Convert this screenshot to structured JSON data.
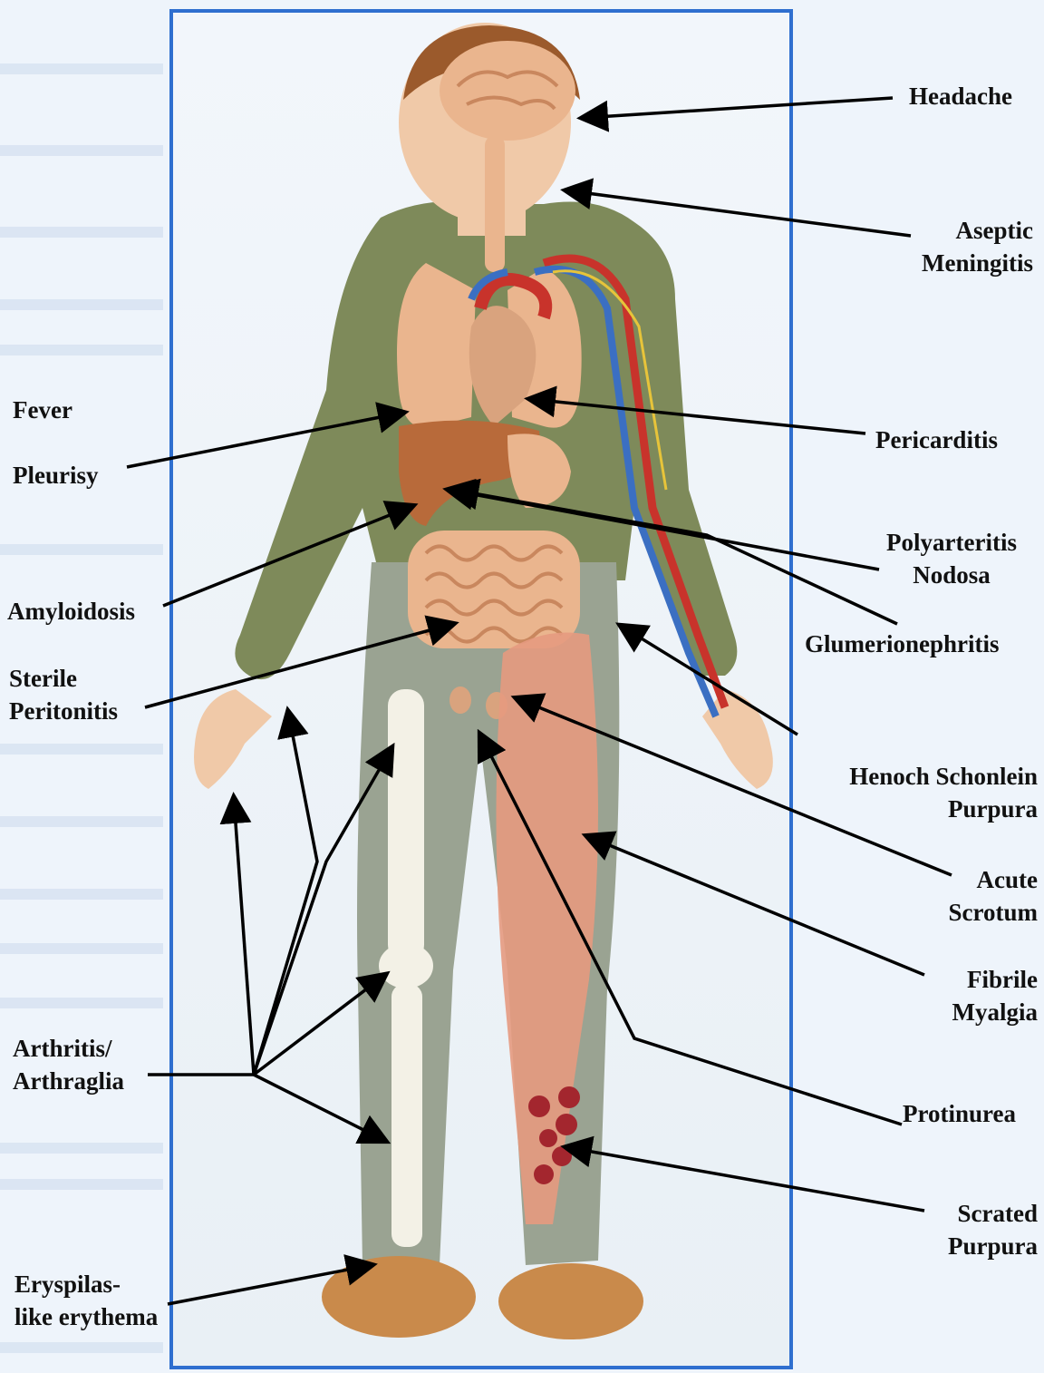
{
  "labels": {
    "headache": "Headache",
    "aseptic_meningitis": "Aseptic\nMeningitis",
    "fever": "Fever",
    "pleurisy": "Pleurisy",
    "pericarditis": "Pericarditis",
    "polyarteritis_nodosa": "Polyarteritis\nNodosa",
    "amyloidosis": "Amyloidosis",
    "glumerionephritis": "Glumerionephritis",
    "sterile_peritonitis": "Sterile\nPeritonitis",
    "henoch_schonlein_purpura": "Henoch Schonlein\nPurpura",
    "acute_scrotum": "Acute\nScrotum",
    "fibrile_myalgia": "Fibrile\nMyalgia",
    "arthritis_arthraglia": "Arthritis/\nArthraglia",
    "protinurea": "Protinurea",
    "scrated_purpura": "Scrated\nPurpura",
    "erysipelas_like_erythema": "Eryspilas-\nlike erythema"
  },
  "colors": {
    "frame": "#2f6fcf",
    "jacket": "#7e8a5a",
    "trousers": "#9aa392",
    "skin": "#f0c9a8",
    "organs": "#eab58e",
    "liver": "#b86a3a",
    "artery": "#c8332b",
    "vein": "#3b6fc2",
    "muscle": "#e59a80",
    "purpura": "#a3262e",
    "shoe": "#c98a4b",
    "hair": "#9b5a2c"
  }
}
